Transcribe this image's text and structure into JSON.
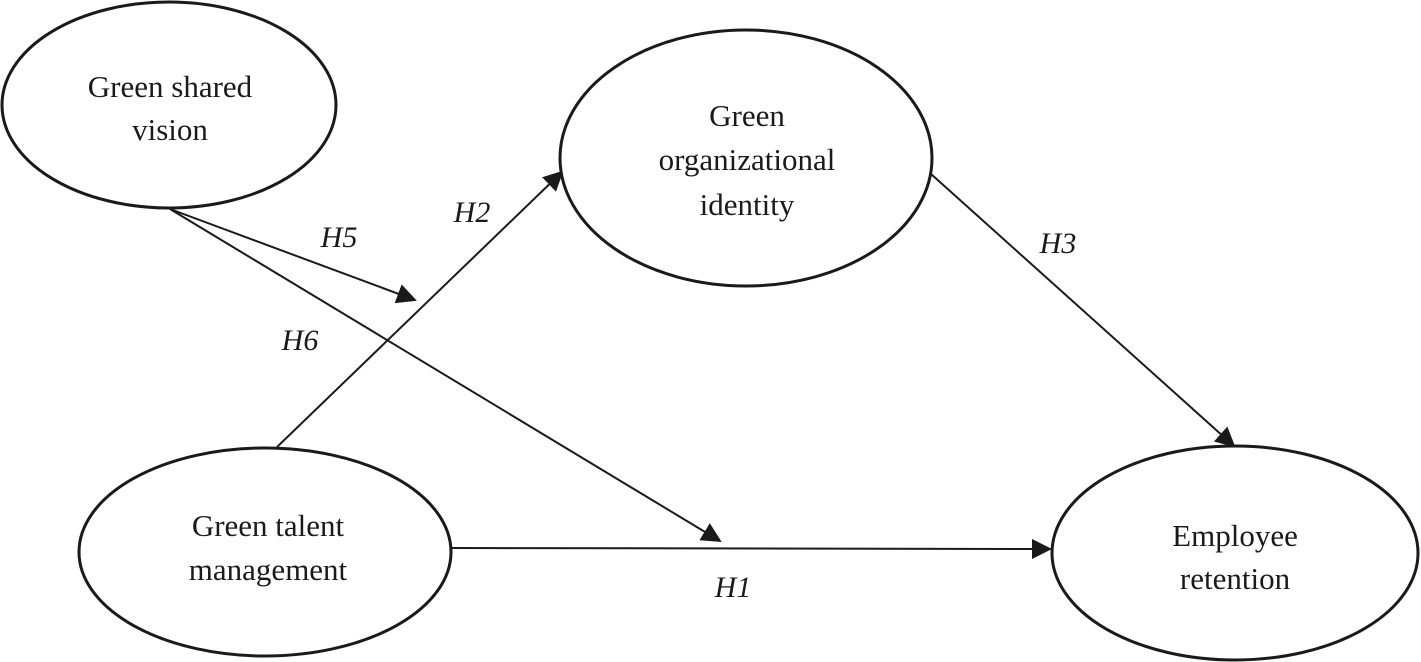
{
  "nodes": {
    "vision": {
      "lines": [
        "Green shared",
        "vision"
      ]
    },
    "identity": {
      "lines": [
        "Green",
        "organizational",
        "identity"
      ]
    },
    "talent": {
      "lines": [
        "Green talent",
        "management"
      ]
    },
    "retention": {
      "lines": [
        "Employee",
        "retention"
      ]
    }
  },
  "edges": {
    "h1": {
      "label": "H1",
      "from": "Green talent management",
      "to": "Employee retention"
    },
    "h2": {
      "label": "H2",
      "from": "Green talent management",
      "to": "Green organizational identity"
    },
    "h3": {
      "label": "H3",
      "from": "Green organizational identity",
      "to": "Employee retention"
    },
    "h5": {
      "label": "H5",
      "from": "Green shared vision",
      "to": "H2"
    },
    "h6": {
      "label": "H6",
      "from": "Green shared vision",
      "to": "H1"
    }
  },
  "colors": {
    "stroke": "#1a1a1a",
    "background": "#ffffff"
  }
}
